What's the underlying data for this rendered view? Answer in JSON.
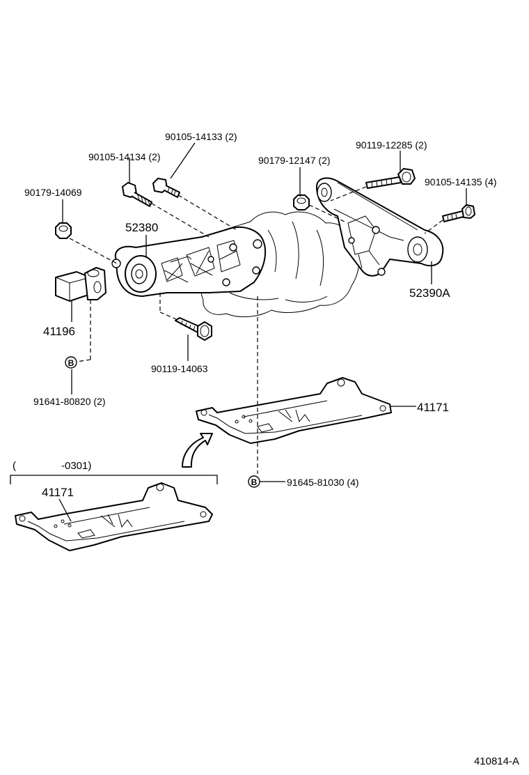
{
  "parts": {
    "p_90105_14133": "90105-14133 (2)",
    "p_90105_14134": "90105-14134 (2)",
    "p_90179_14069": "90179-14069",
    "p_52380": "52380",
    "p_41196": "41196",
    "p_90179_12147": "90179-12147 (2)",
    "p_90119_12285": "90119-12285 (2)",
    "p_90105_14135": "90105-14135 (4)",
    "p_52390A": "52390A",
    "p_90119_14063": "90119-14063",
    "p_91641_80820": "91641-80820 (2)",
    "p_41171_main": "41171",
    "p_91645_81030": "91645-81030 (4)",
    "p_41171_inset": "41171"
  },
  "inset": {
    "range_open": "(",
    "range_end": "-0301)"
  },
  "markers": {
    "b_symbol": "B"
  },
  "drawing_number": "410814-A"
}
